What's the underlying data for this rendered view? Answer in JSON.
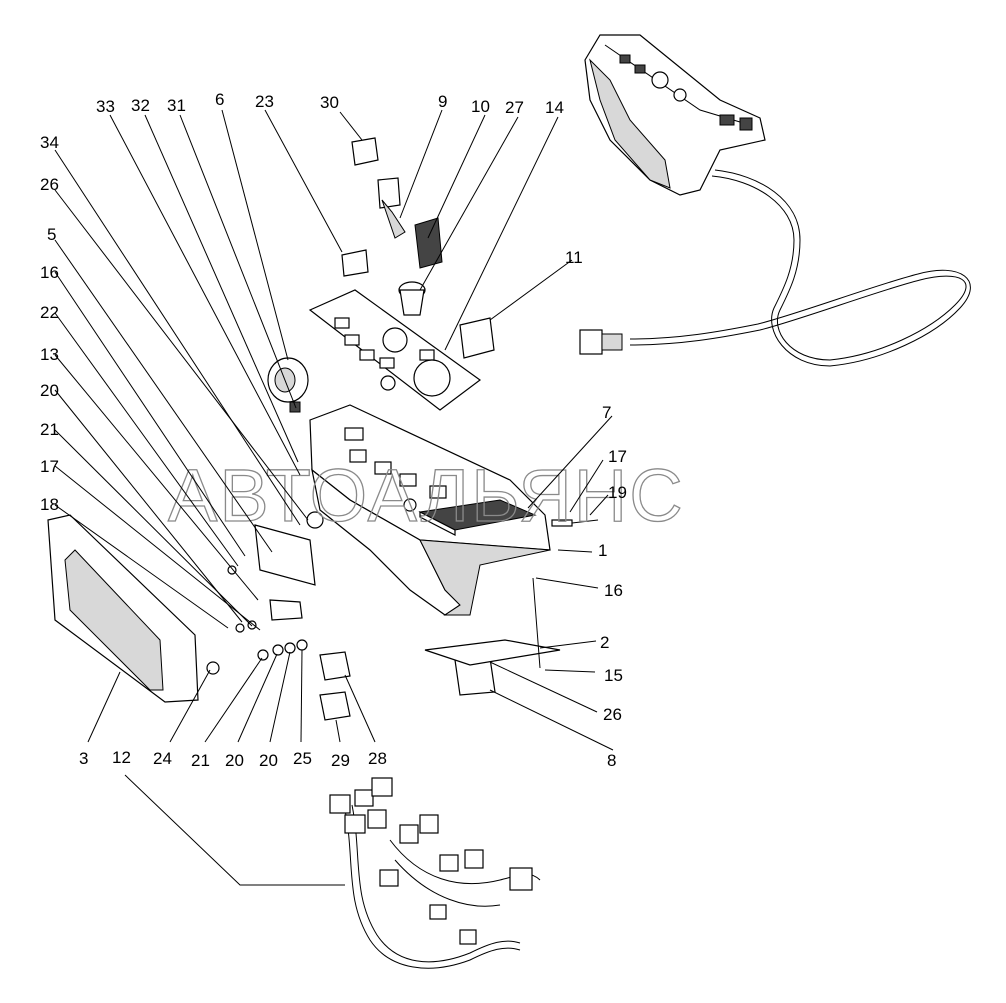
{
  "watermark": "АВТОАЛЬЯНС",
  "callouts": [
    "33",
    "32",
    "31",
    "6",
    "23",
    "30",
    "9",
    "10",
    "27",
    "14",
    "34",
    "26",
    "5",
    "16",
    "22",
    "13",
    "20",
    "21",
    "17",
    "18",
    "11",
    "7",
    "17",
    "19",
    "1",
    "16",
    "2",
    "15",
    "26",
    "8",
    "3",
    "24",
    "21",
    "20",
    "20",
    "25",
    "29",
    "28",
    "12"
  ]
}
